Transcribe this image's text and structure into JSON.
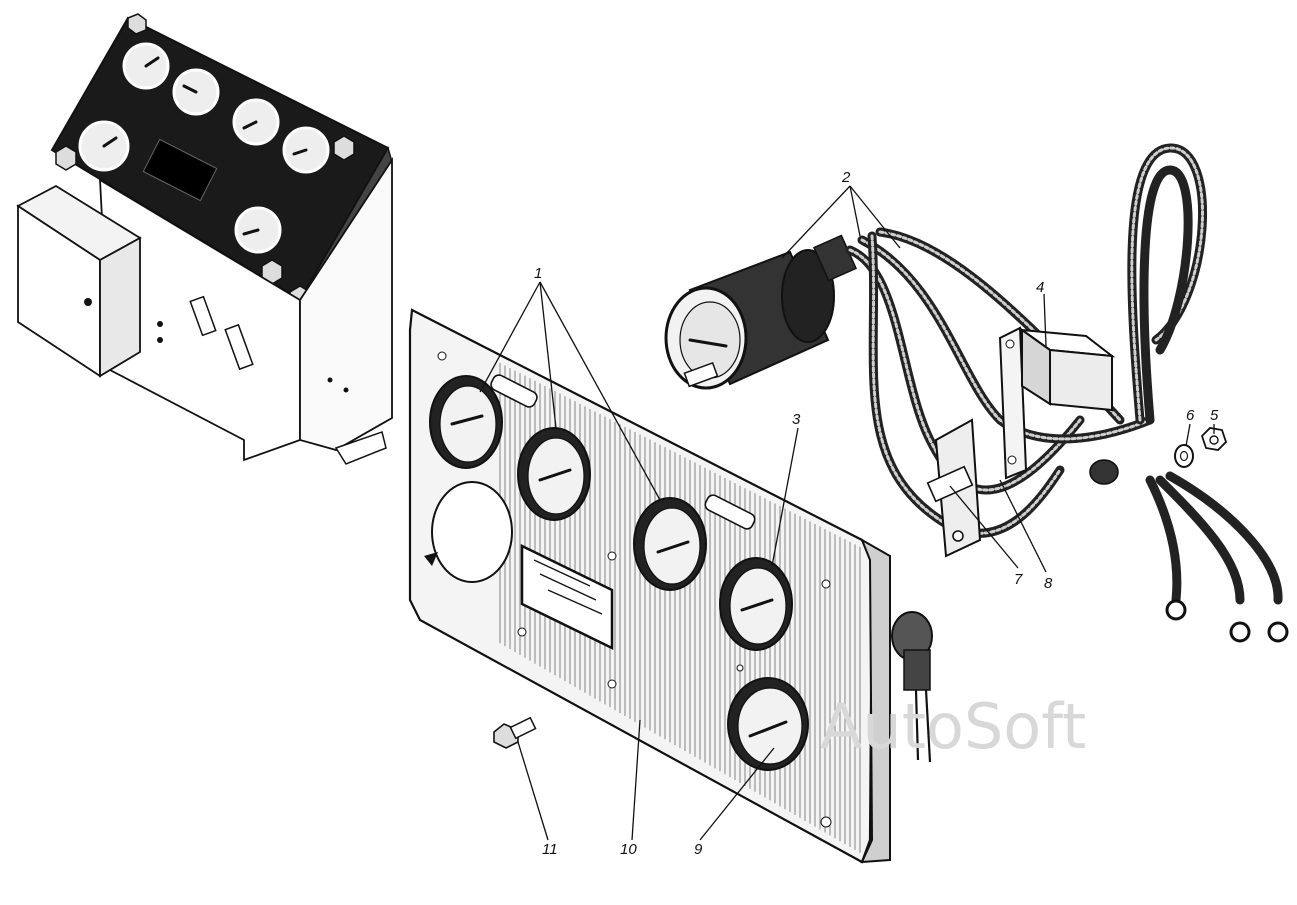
{
  "callouts": {
    "c1": "1",
    "c2": "2",
    "c3": "3",
    "c4": "4",
    "c5": "5",
    "c6": "6",
    "c7": "7",
    "c8": "8",
    "c9": "9",
    "c10": "10",
    "c11": "11"
  },
  "watermark": "AutoSoft"
}
